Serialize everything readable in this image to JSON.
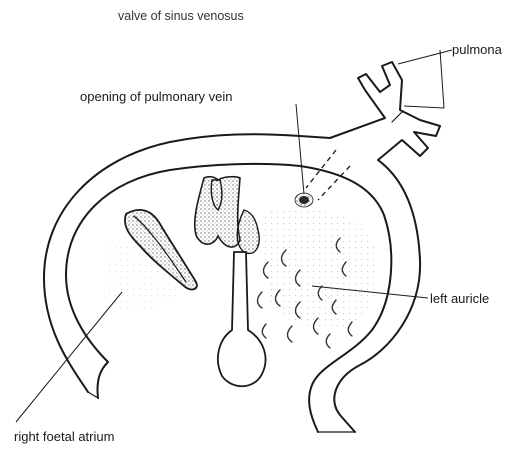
{
  "labels": {
    "valve": "valve of sinus venosus",
    "pulmonary_veins": "pulmona",
    "opening": "opening of pulmonary vein",
    "left_auricle": "left auricle",
    "right_atrium": "right foetal atrium"
  },
  "colors": {
    "ink": "#1a1a1a",
    "background": "#ffffff",
    "stipple": "#444444"
  }
}
